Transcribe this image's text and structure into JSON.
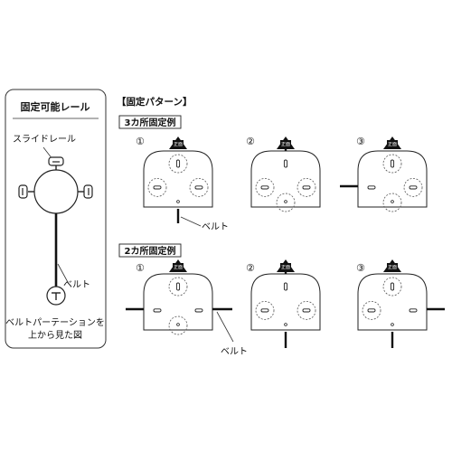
{
  "left_panel": {
    "title": "固定可能レール",
    "slide_rail_label": "スライドレール",
    "belt_label": "ベルト",
    "caption_line1": "ベルトパーテーションを",
    "caption_line2": "上から見た図"
  },
  "right": {
    "header": "【固定パターン】",
    "section_three": "3カ所固定例",
    "section_two": "2カ所固定例",
    "num1": "①",
    "num2": "②",
    "num3": "③",
    "front_label": "正面",
    "belt_label": "ベルト"
  }
}
